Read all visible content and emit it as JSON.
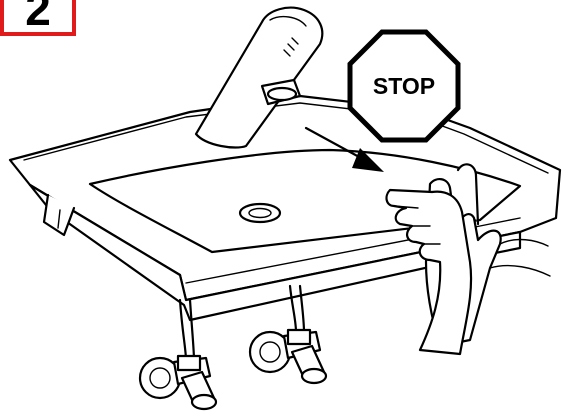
{
  "step": {
    "number": "2",
    "frame_color": "#e01b1b"
  },
  "sign": {
    "text": "STOP",
    "shape": "octagon"
  },
  "illustration": {
    "icons": [
      "faucet-icon",
      "sink-basin-icon",
      "stop-sign-icon",
      "direction-arrow-icon",
      "hands-icon",
      "angle-valve-icon"
    ]
  }
}
